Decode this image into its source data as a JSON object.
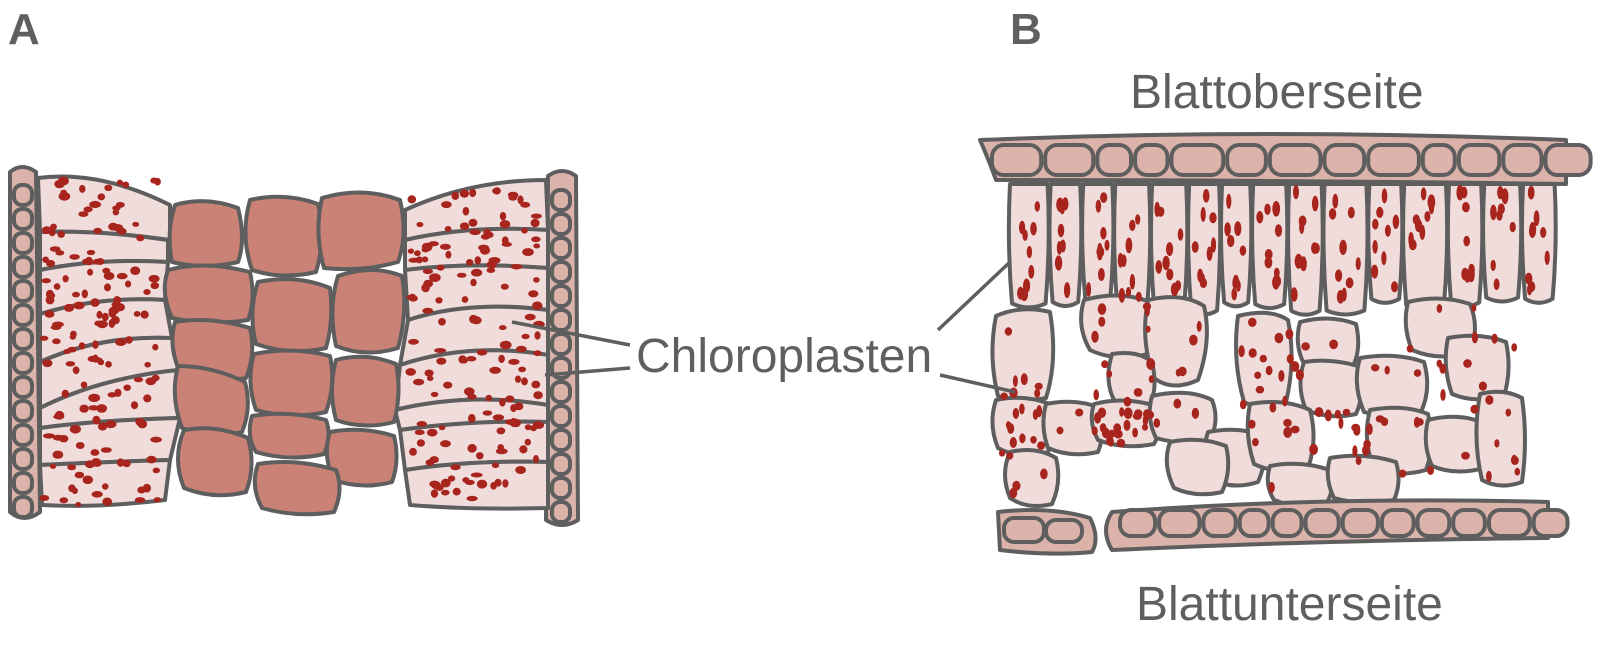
{
  "panels": {
    "a": {
      "letter": "A"
    },
    "b": {
      "letter": "B",
      "top_label": "Blattoberseite",
      "bottom_label": "Blattunterseite"
    }
  },
  "shared_label": "Chloroplasten",
  "colors": {
    "outline": "#5e5e5e",
    "cell_fill": "#f1dcdc",
    "epidermis_fill": "#dcb3aa",
    "vascular_fill": "#c98275",
    "chloroplast": "#a8251e",
    "text": "#5f5f5f"
  }
}
